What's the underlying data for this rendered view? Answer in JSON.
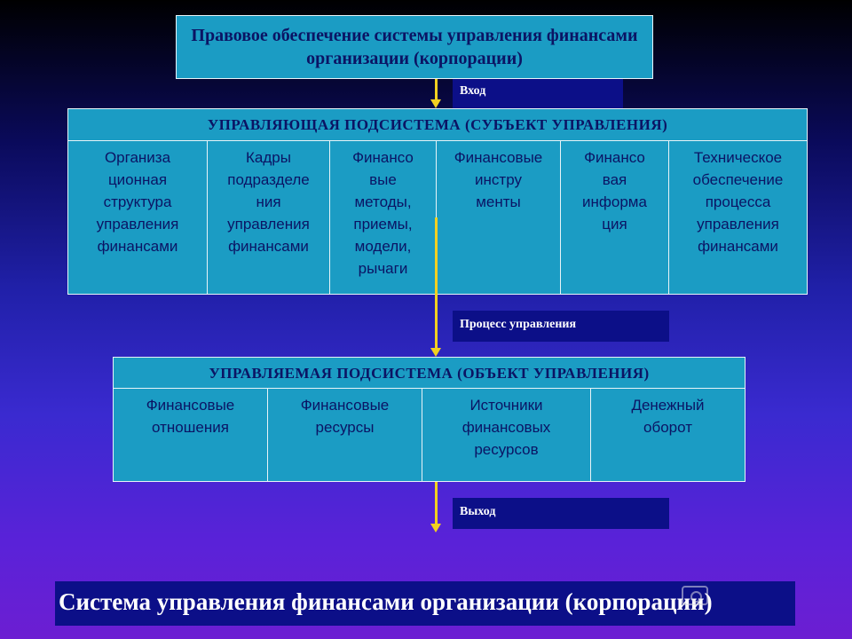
{
  "top_box": {
    "text": "Правовое обеспечение системы управления финансами организации (корпорации)"
  },
  "labels": {
    "input": "Вход",
    "process": "Процесс управления",
    "output": "Выход"
  },
  "managing_subsystem": {
    "title": "УПРАВЛЯЮЩАЯ ПОДСИСТЕМА (СУБЪЕКТ УПРАВЛЕНИЯ)",
    "cells": [
      "Организа\nционная\nструктура\nуправления\nфинансами",
      "Кадры\nподразделе\nния\nуправления\nфинансами",
      "Финансо\nвые\nметоды,\nприемы,\nмодели,\nрычаги",
      "Финансовые\nинстру\nменты",
      "Финансо\nвая\nинформа\nция",
      "Техническое\nобеспечение\nпроцесса\nуправления\nфинансами"
    ]
  },
  "managed_subsystem": {
    "title": "УПРАВЛЯЕМАЯ ПОДСИСТЕМА (ОБЪЕКТ УПРАВЛЕНИЯ)",
    "cells": [
      "Финансовые\nотношения",
      "Финансовые\nресурсы",
      "Источники\nфинансовых\nресурсов",
      "Денежный\nоборот"
    ]
  },
  "banner": {
    "text": "Система управления финансами организации (корпорации)"
  },
  "colors": {
    "box_fill": "#1b9cc4",
    "box_text": "#0b1464",
    "label_fill": "#0c0f88",
    "arrow": "#f2d020"
  }
}
